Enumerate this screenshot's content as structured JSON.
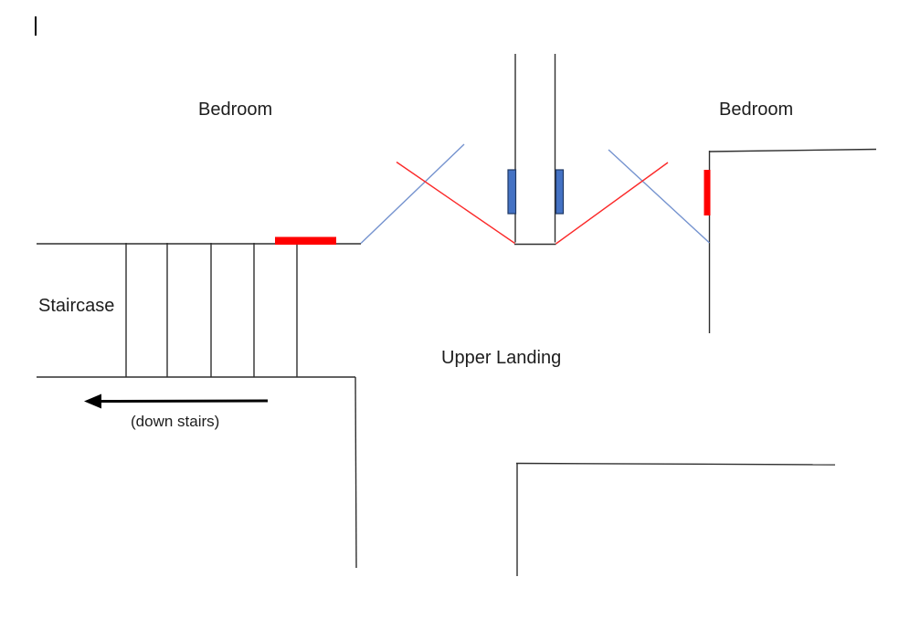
{
  "labels": {
    "bedroom_left": "Bedroom",
    "bedroom_right": "Bedroom",
    "staircase": "Staircase",
    "upper_landing": "Upper Landing",
    "down_stairs": "(down stairs)"
  },
  "colors": {
    "wall": "#2f2f2f",
    "door_red": "#ff0000",
    "door_blue_fill": "#4472c4",
    "door_blue_border": "#1f3864",
    "swing_blue": "#7593cf",
    "swing_red": "#fb2929",
    "arrow": "#000000",
    "text": "#1d1d1d"
  }
}
